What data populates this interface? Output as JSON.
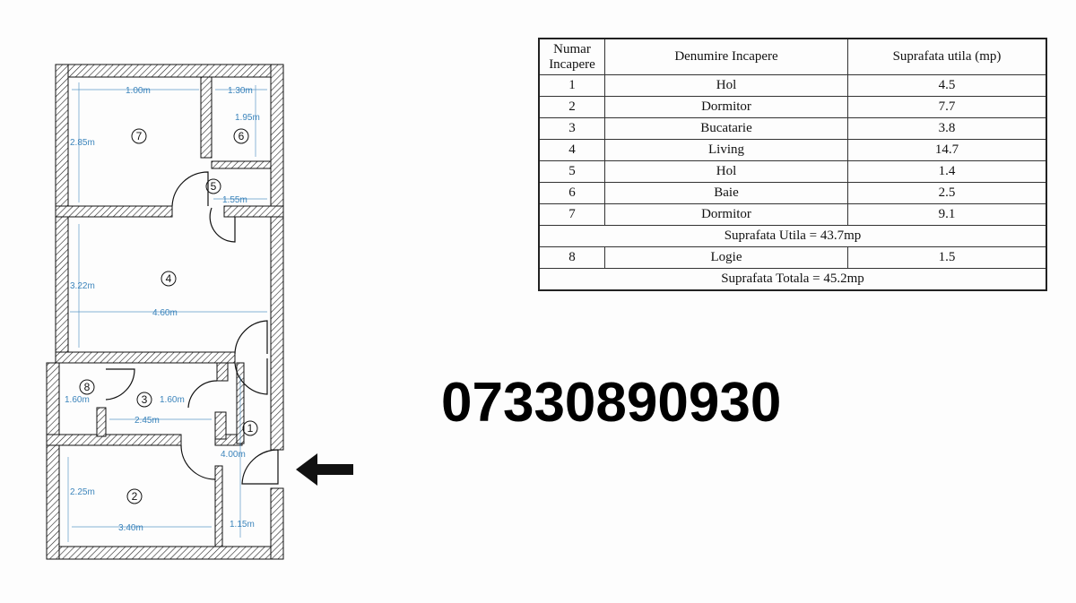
{
  "table": {
    "headers": [
      "Numar\nIncapere",
      "Denumire Incapere",
      "Suprafata utila (mp)"
    ],
    "rows": [
      {
        "num": "1",
        "name": "Hol",
        "area": "4.5"
      },
      {
        "num": "2",
        "name": "Dormitor",
        "area": "7.7"
      },
      {
        "num": "3",
        "name": "Bucatarie",
        "area": "3.8"
      },
      {
        "num": "4",
        "name": "Living",
        "area": "14.7"
      },
      {
        "num": "5",
        "name": "Hol",
        "area": "1.4"
      },
      {
        "num": "6",
        "name": "Baie",
        "area": "2.5"
      },
      {
        "num": "7",
        "name": "Dormitor",
        "area": "9.1"
      }
    ],
    "subtotal": "Suprafata Utila = 43.7mp",
    "extra_row": {
      "num": "8",
      "name": "Logie",
      "area": "1.5"
    },
    "total": "Suprafata Totala = 45.2mp"
  },
  "phone": "07330890930",
  "plan": {
    "rooms": [
      "7",
      "6",
      "5",
      "4",
      "8",
      "3",
      "1",
      "2"
    ],
    "dimensions": [
      "1.00m",
      "1.30m",
      "2.85m",
      "1.95m",
      "1.55m",
      "3.22m",
      "4.60m",
      "1.60m",
      "1.60m",
      "2.45m",
      "4.00m",
      "2.25m",
      "3.40m",
      "1.15m"
    ]
  },
  "colors": {
    "ink": "#111111",
    "dimension": "#1a6fb0"
  }
}
